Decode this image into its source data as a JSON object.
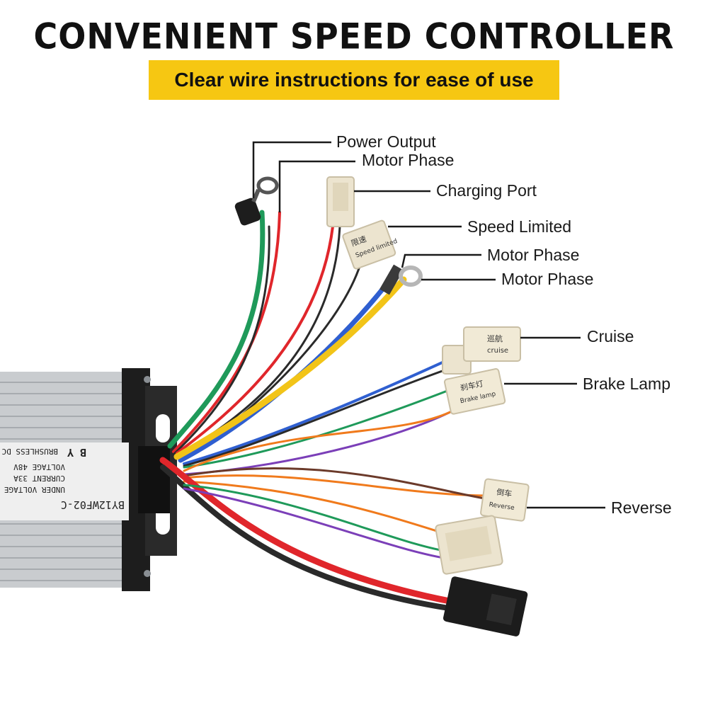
{
  "header": {
    "title": "CONVENIENT SPEED CONTROLLER",
    "subtitle": "Clear wire instructions for ease of use"
  },
  "callouts": [
    {
      "id": "power-output",
      "label": "Power Output"
    },
    {
      "id": "motor-phase-1",
      "label": "Motor Phase"
    },
    {
      "id": "charging-port",
      "label": "Charging Port"
    },
    {
      "id": "speed-limited",
      "label": "Speed Limited"
    },
    {
      "id": "motor-phase-2",
      "label": "Motor Phase"
    },
    {
      "id": "motor-phase-3",
      "label": "Motor Phase"
    },
    {
      "id": "cruise",
      "label": "Cruise"
    },
    {
      "id": "brake-lamp",
      "label": "Brake Lamp"
    },
    {
      "id": "reverse",
      "label": "Reverse"
    }
  ],
  "controller_plate": {
    "model": "BY12WF02-C",
    "brand": "B Y",
    "line1": "BRUSHLESS DC",
    "line2": "VOLTAGE   48V",
    "line3": "CURRENT  33A",
    "line4": "UNDER VOLTAGE"
  },
  "connector_tags": {
    "speed_cn": "限速",
    "speed_en": "Speed limited",
    "cruise_cn": "巡航",
    "cruise_en": "cruise",
    "brake_cn": "刹车灯",
    "brake_en": "Brake lamp",
    "reverse_cn": "倒车",
    "reverse_en": "Reverse"
  },
  "colors": {
    "banner": "#f6c712",
    "wire_red": "#e0262b",
    "wire_black": "#2a2a2a",
    "wire_green": "#1f9a5a",
    "wire_yellow": "#f2c418",
    "wire_blue": "#2f5fd0",
    "wire_orange": "#f07a1c",
    "wire_purple": "#7b3fb8"
  }
}
